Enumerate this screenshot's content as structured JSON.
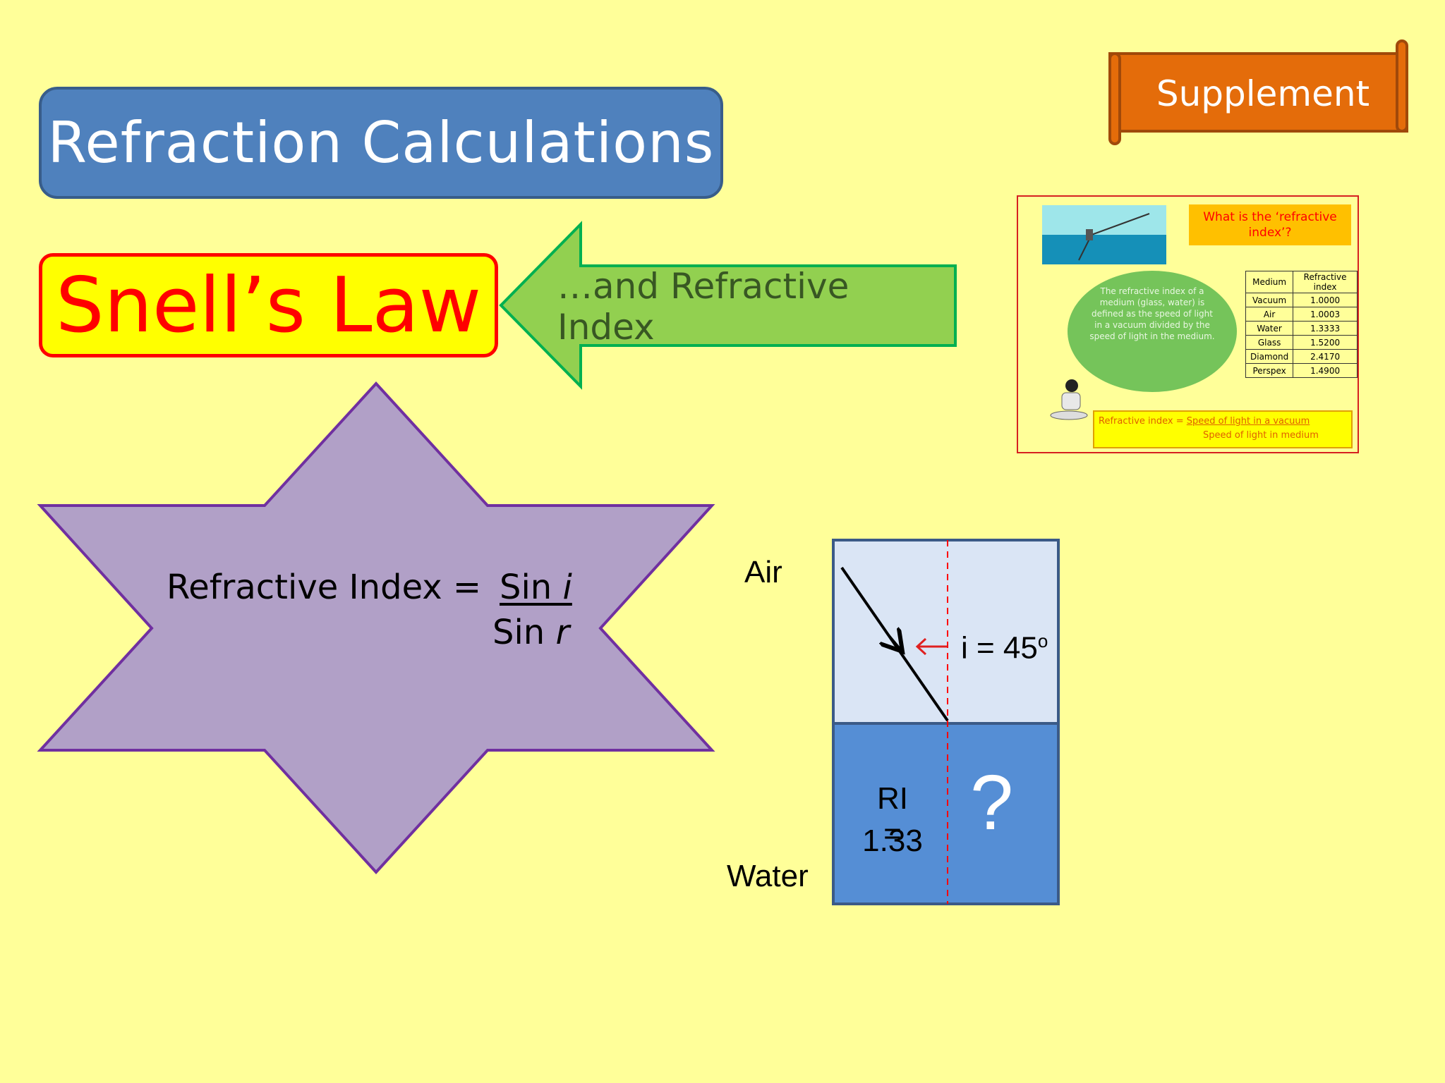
{
  "title": "Refraction Calculations",
  "subtitle": "Snell’s Law",
  "arrow_text": "…and Refractive Index",
  "supplement": "Supplement",
  "formula": {
    "lhs": "Refractive Index = ",
    "num_word": "Sin ",
    "num_var": "i",
    "den_word": "Sin ",
    "den_var": "r"
  },
  "diagram": {
    "air": "Air",
    "water": "Water",
    "angle_text": "i = 45",
    "angle_sup": "o",
    "ri_line1": "RI =",
    "ri_line2": "1.33",
    "question": "?"
  },
  "thumbnail": {
    "heading": "What is the ‘refractive index’?",
    "bubble_text": "The refractive index of a medium (glass, water) is defined as the speed of light in a vacuum divided by the speed of light in the medium.",
    "table_headers": [
      "Medium",
      "Refractive index"
    ],
    "table_rows": [
      [
        "Vacuum",
        "1.0000"
      ],
      [
        "Air",
        "1.0003"
      ],
      [
        "Water",
        "1.3333"
      ],
      [
        "Glass",
        "1.5200"
      ],
      [
        "Diamond",
        "2.4170"
      ],
      [
        "Perspex",
        "1.4900"
      ]
    ],
    "formula_label": "Refractive index = ",
    "formula_num": "Speed of light in a vacuum",
    "formula_den": "Speed of light in medium"
  },
  "colors": {
    "background": "#ffff99",
    "title_fill": "#4f81bd",
    "snell_fill": "#ffff00",
    "snell_text": "#ff0000",
    "arrow_fill": "#92d050",
    "arrow_border": "#00b050",
    "star_fill": "#b1a0c7",
    "star_border": "#7030a0",
    "air_fill": "#dae5f5",
    "water_fill": "#558ed5",
    "supplement_fill": "#e46c0a"
  }
}
